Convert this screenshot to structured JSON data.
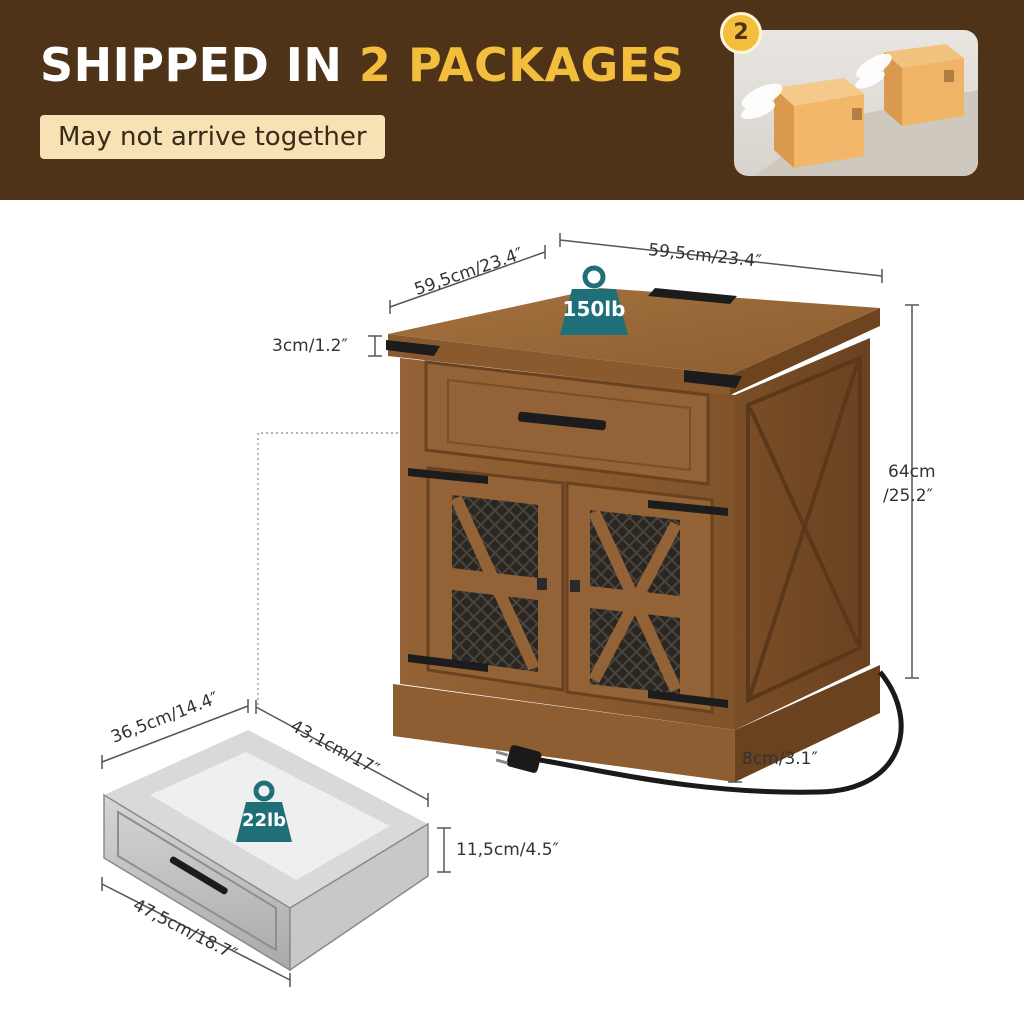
{
  "banner": {
    "headline_prefix": "SHIPPED IN ",
    "headline_highlight": "2 PACKAGES",
    "subtitle": "May not arrive together",
    "package_count_badge": "2",
    "colors": {
      "background": "#4e3319",
      "highlight": "#f3be3c",
      "tag": "#f7e2b5"
    }
  },
  "cabinet": {
    "dims": {
      "depth": "59,5cm/23.4″",
      "width": "59,5cm/23.4″",
      "top_thickness": "3cm/1.2″",
      "height_cm": "64cm",
      "height_in": "/25.2″",
      "base_height": "8cm/3.1″"
    },
    "weight_capacity": "150lb"
  },
  "drawer": {
    "dims": {
      "width": "36,5cm/14.4″",
      "depth": "43,1cm/17″",
      "height": "11,5cm/4.5″",
      "length": "47,5cm/18.7″"
    },
    "weight_capacity": "22lb"
  },
  "icons": [
    "weight-icon",
    "cardboard-box-icon",
    "wing-icon",
    "power-plug-icon"
  ],
  "colors": {
    "wood": "#8a5a2e",
    "wood_dark": "#6e4420",
    "hardware": "#1c1c1c",
    "weight_badge": "#1f6f78",
    "drawer": "#bdbdbd"
  }
}
